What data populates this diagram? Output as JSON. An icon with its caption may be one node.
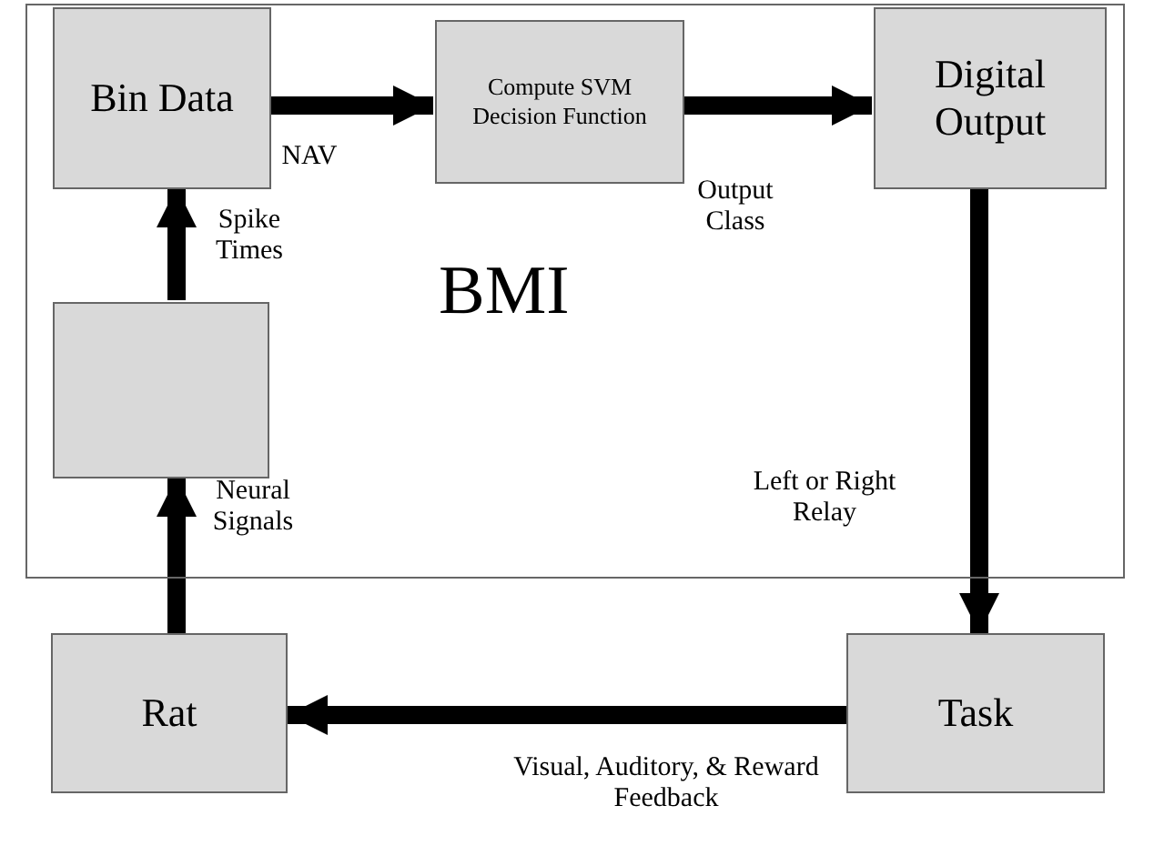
{
  "diagram": {
    "nodes": [
      {
        "text": [
          "BMI"
        ]
      },
      {
        "text": [
          "Bin Data"
        ],
        "in": 0
      },
      {
        "text": [
          "Compute SVM Decision Function"
        ],
        "in": 0
      },
      {
        "text": [
          "Digital Output"
        ],
        "in": 0
      },
      {
        "text": [],
        "shape": "box",
        "in": 0
      },
      {
        "text": [
          "Rat"
        ]
      },
      {
        "text": [
          "Task"
        ]
      }
    ],
    "edges": [
      {
        "from": 1,
        "to": 2,
        "arrow": "to",
        "label": "NAV"
      },
      {
        "from": 2,
        "to": 3,
        "arrow": "to",
        "label": "Output Class"
      },
      {
        "from": 3,
        "to": 6,
        "arrow": "to",
        "label": "Left or Right Relay"
      },
      {
        "from": 6,
        "to": 5,
        "arrow": "to",
        "label": "Visual, Auditory, & Reward Feedback"
      },
      {
        "from": 5,
        "to": 4,
        "arrow": "to",
        "label": "Neural Signals"
      },
      {
        "from": 4,
        "to": 1,
        "arrow": "to",
        "label": "Spike Times"
      }
    ]
  }
}
